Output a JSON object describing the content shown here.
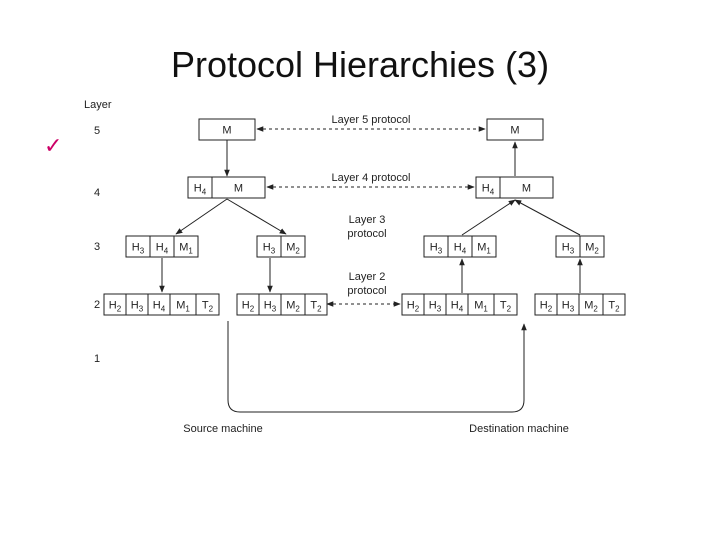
{
  "slide": {
    "title": "Protocol Hierarchies (3)",
    "bullet_icon": "check-mark-icon",
    "accent_color": "#cc0066"
  },
  "diagram": {
    "layer_header": "Layer",
    "layers": [
      "5",
      "4",
      "3",
      "2",
      "1"
    ],
    "protocol_labels": {
      "layer5": "Layer 5 protocol",
      "layer4": "Layer 4 protocol",
      "layer3": [
        "Layer 3",
        "protocol"
      ],
      "layer2": [
        "Layer 2",
        "protocol"
      ]
    },
    "machines": {
      "source": "Source machine",
      "destination": "Destination machine"
    },
    "cells": {
      "M": {
        "main": "M",
        "sub": ""
      },
      "H4": {
        "main": "H",
        "sub": "4"
      },
      "H3": {
        "main": "H",
        "sub": "3"
      },
      "H2": {
        "main": "H",
        "sub": "2"
      },
      "M1": {
        "main": "M",
        "sub": "1"
      },
      "M2": {
        "main": "M",
        "sub": "2"
      },
      "T2": {
        "main": "T",
        "sub": "2"
      }
    }
  }
}
